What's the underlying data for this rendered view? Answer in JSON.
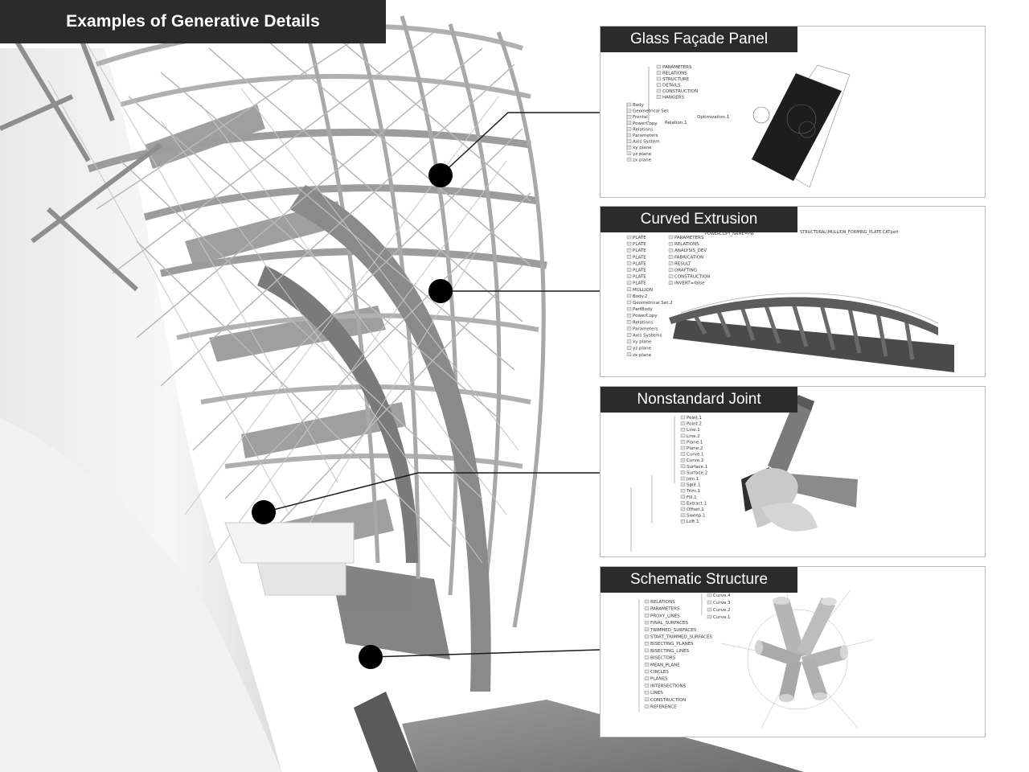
{
  "title": "Examples of Generative Details",
  "panels": [
    {
      "label": "Glass Façade Panel",
      "tree_items": [
        "PARAMETERS",
        "RELATIONS",
        "STRUCTURE",
        "DETAILS",
        "CONSTRUCTION",
        "HANGERS",
        "Body",
        "Geometrical Set",
        "Frontal",
        "PowerCopy",
        "Relations",
        "Parameters",
        "Axis System",
        "xy plane",
        "yz plane",
        "zx plane",
        "Optimization.1",
        "Relation.1"
      ]
    },
    {
      "label": "Curved Extrusion",
      "tree_items": [
        "PLATE",
        "PLATE",
        "PLATE",
        "PLATE",
        "PLATE",
        "PLATE",
        "PLATE",
        "PLATE",
        "MULLION",
        "Body.2",
        "Geometrical Set.2",
        "PartBody",
        "PowerCopy",
        "Relations",
        "Parameters",
        "Axis Systems",
        "xy plane",
        "yz plane",
        "zx plane"
      ],
      "sub_items": [
        "PARAMETERS",
        "RELATIONS",
        "ANALYSIS_DEV",
        "FABRICATION",
        "RESULT",
        "DRAFTING",
        "CONSTRUCTION",
        "INVERT=false"
      ],
      "path_text": "POWERCOPY_NAME=PW",
      "file_text": "STRUCTURAL\\MULLION_FORMING_PLATE.CATpart"
    },
    {
      "label": "Nonstandard Joint",
      "tree_items": [
        "Point.1",
        "Point.2",
        "Line.1",
        "Line.2",
        "Plane.1",
        "Plane.2",
        "Curve.1",
        "Curve.2",
        "Surface.1",
        "Surface.2",
        "Join.1",
        "Split.1",
        "Trim.1",
        "Fill.1",
        "Extract.1",
        "Offset.1",
        "Sweep.1",
        "Loft.1"
      ]
    },
    {
      "label": "Schematic Structure",
      "tree_items": [
        "RELATIONS",
        "PARAMETERS",
        "PROXY_LINES",
        "FINAL_SURFACES",
        "TRIMMED_SURFACES",
        "START_TRIMMED_SURFACES",
        "BISECTING_PLANES",
        "BISECTING_LINES",
        "BISECTORS",
        "MEAN_PLANE",
        "CIRCLES",
        "PLANES",
        "INTERSECTIONS",
        "LINES",
        "CONSTRUCTION",
        "REFERENCE"
      ],
      "curve_items": [
        "Curve.4",
        "Curve.3",
        "Curve.2",
        "Curve.1"
      ]
    }
  ]
}
